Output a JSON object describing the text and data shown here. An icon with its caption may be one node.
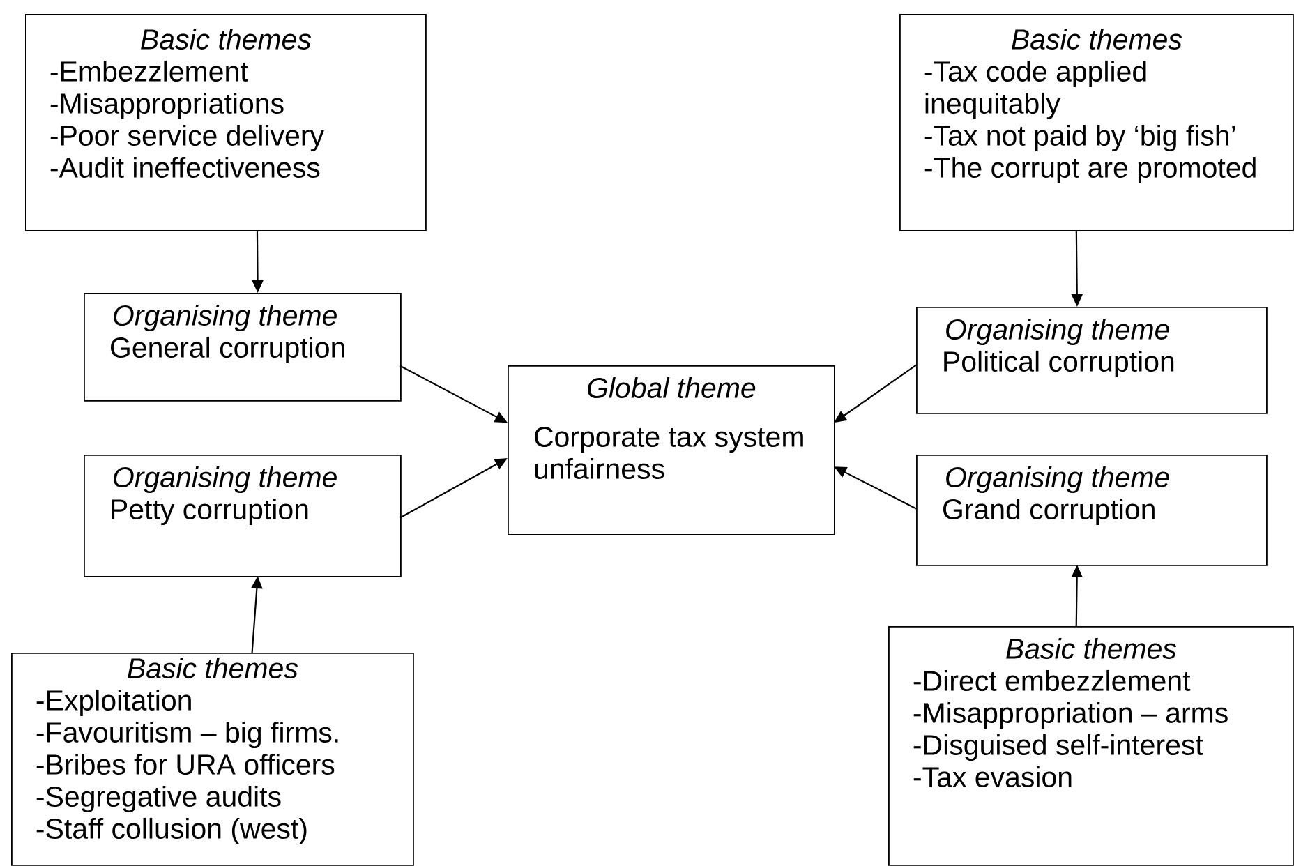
{
  "diagram": {
    "nodes": [
      {
        "text": [
          "Basic themes",
          "-Embezzlement",
          "-Misappropriations",
          "-Poor service delivery",
          "-Audit ineffectiveness"
        ]
      },
      {
        "text": [
          "Basic themes",
          "-Tax code applied inequitably",
          "-Tax not paid by ‘big fish’",
          "-The corrupt are promoted"
        ]
      },
      {
        "text": [
          "Organising theme",
          "General corruption"
        ]
      },
      {
        "text": [
          "Global theme",
          "Corporate tax system unfairness"
        ]
      },
      {
        "text": [
          "Organising theme",
          "Political corruption"
        ]
      },
      {
        "text": [
          "Organising theme",
          "Petty corruption"
        ]
      },
      {
        "text": [
          "Organising theme",
          "Grand corruption"
        ]
      },
      {
        "text": [
          "Basic themes",
          "-Exploitation",
          "-Favouritism – big firms.",
          "-Bribes for URA officers",
          "-Segregative audits",
          "-Staff collusion (west)"
        ]
      },
      {
        "text": [
          "Basic themes",
          "-Direct embezzlement",
          "-Misappropriation – arms",
          "-Disguised self-interest",
          "-Tax evasion"
        ]
      }
    ],
    "edges": [
      {
        "from": 0,
        "to": 2,
        "arrow": "to"
      },
      {
        "from": 1,
        "to": 4,
        "arrow": "to"
      },
      {
        "from": 2,
        "to": 3,
        "arrow": "to"
      },
      {
        "from": 5,
        "to": 3,
        "arrow": "to"
      },
      {
        "from": 4,
        "to": 3,
        "arrow": "to"
      },
      {
        "from": 6,
        "to": 3,
        "arrow": "to"
      },
      {
        "from": 7,
        "to": 5,
        "arrow": "to"
      },
      {
        "from": 8,
        "to": 6,
        "arrow": "to"
      }
    ]
  }
}
